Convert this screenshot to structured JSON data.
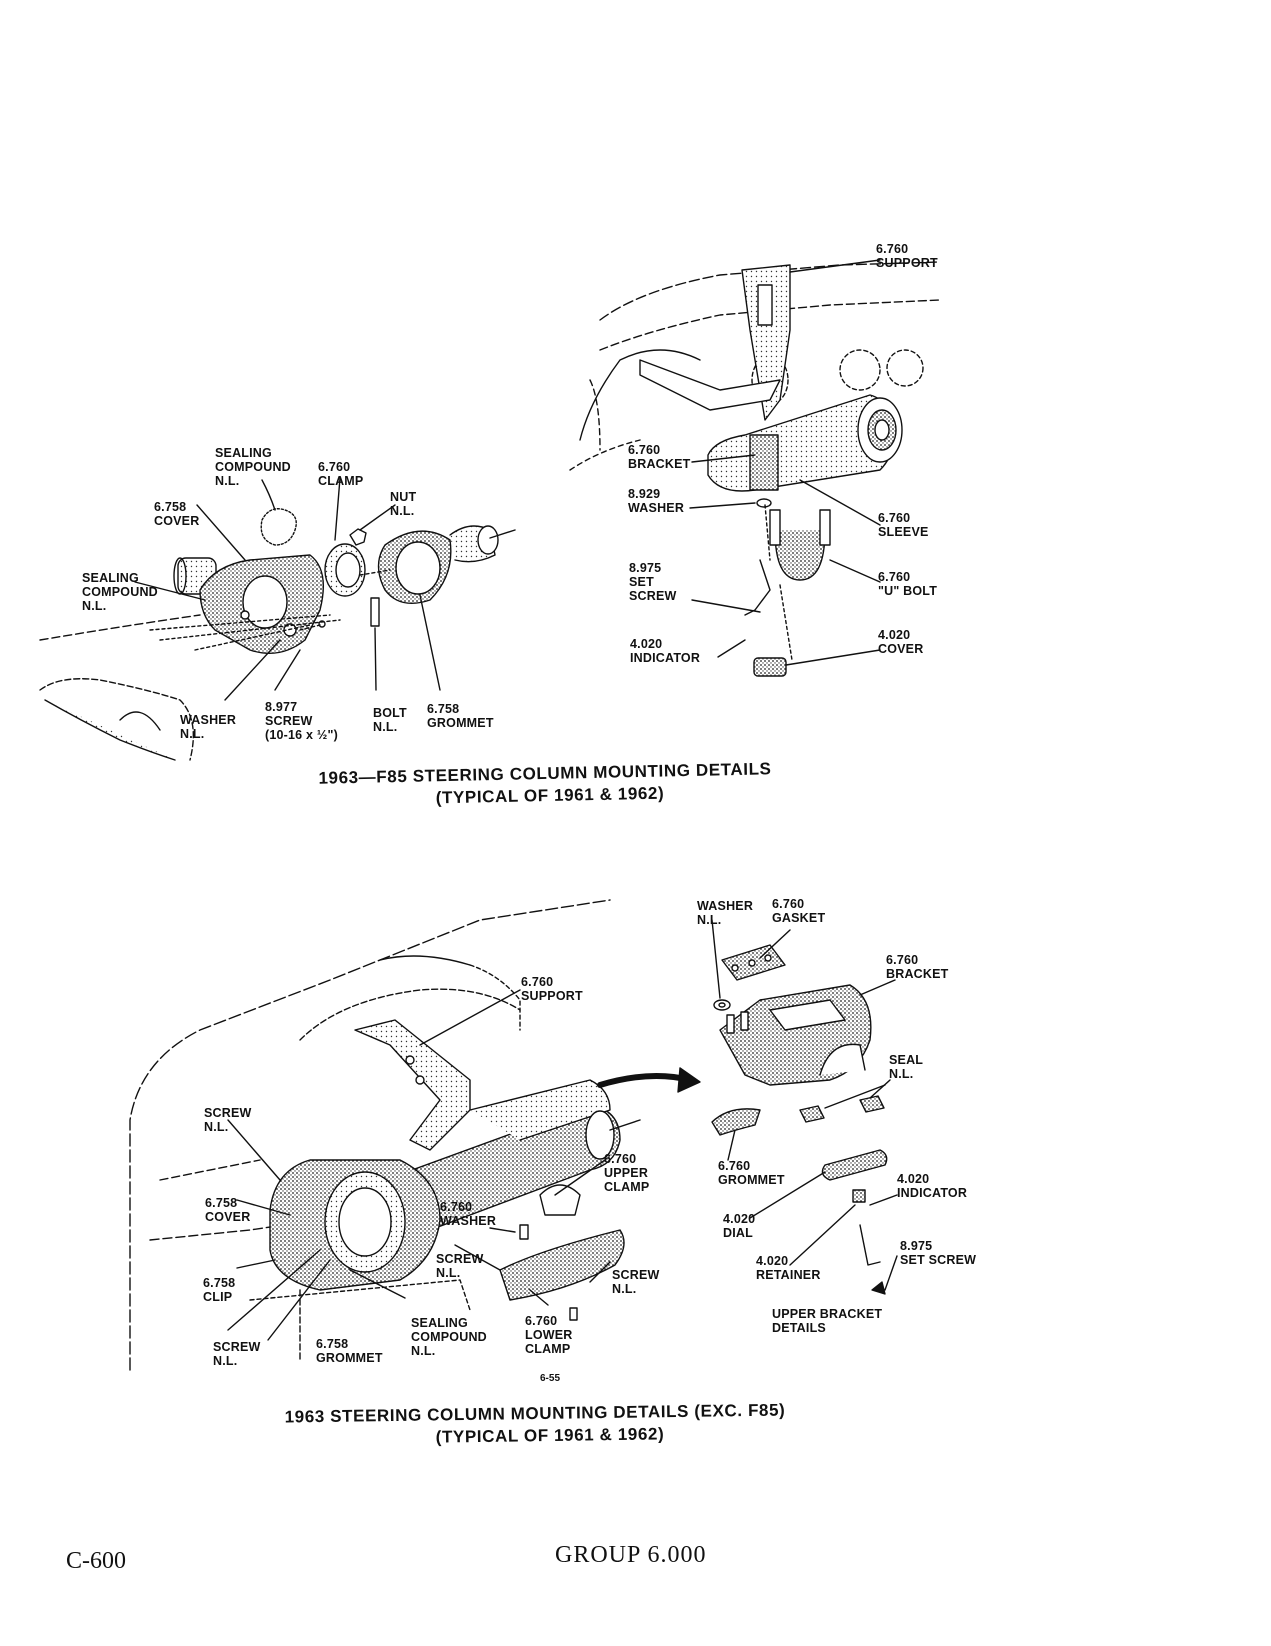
{
  "figure1": {
    "caption_line1": "1963—F85 STEERING COLUMN MOUNTING DETAILS",
    "caption_line2": "(TYPICAL OF 1961 & 1962)",
    "labels": {
      "sealing_compound_top": "SEALING\nCOMPOUND\nN.L.",
      "clamp": "6.760\nCLAMP",
      "nut": "NUT\nN.L.",
      "cover": "6.758\nCOVER",
      "sealing_compound_left": "SEALING\nCOMPOUND\nN.L.",
      "washer": "WASHER\nN.L.",
      "screw": "8.977\nSCREW\n(10-16 x ½\")",
      "bolt": "BOLT\nN.L.",
      "grommet": "6.758\nGROMMET",
      "support": "6.760\nSUPPORT",
      "bracket": "6.760\nBRACKET",
      "washer_8929": "8.929\nWASHER",
      "sleeve": "6.760\nSLEEVE",
      "set_screw": "8.975\nSET\nSCREW",
      "u_bolt": "6.760\n\"U\" BOLT",
      "indicator": "4.020\nINDICATOR",
      "indicator_cover": "4.020\nCOVER"
    }
  },
  "figure2": {
    "caption_line1": "1963 STEERING COLUMN MOUNTING DETAILS (EXC. F85)",
    "caption_line2": "(TYPICAL OF 1961 & 1962)",
    "figure_number": "6-55",
    "labels": {
      "washer_top": "WASHER\nN.L.",
      "gasket": "6.760\nGASKET",
      "bracket": "6.760\nBRACKET",
      "support": "6.760\nSUPPORT",
      "seal": "SEAL\nN.L.",
      "screw_nl": "SCREW\nN.L.",
      "grommet_upper": "6.760\nGROMMET",
      "upper_clamp": "6.760\nUPPER\nCLAMP",
      "cover": "6.758\nCOVER",
      "washer": "6.760\nWASHER",
      "indicator": "4.020\nINDICATOR",
      "dial": "4.020\nDIAL",
      "set_screw": "8.975\nSET SCREW",
      "retainer": "4.020\nRETAINER",
      "screw_nl_2": "SCREW\nN.L.",
      "clip": "6.758\nCLIP",
      "screw_nl_3": "SCREW\nN.L.",
      "upper_bracket_details": "UPPER BRACKET\nDETAILS",
      "sealing_compound": "SEALING\nCOMPOUND\nN.L.",
      "lower_clamp": "6.760\nLOWER\nCLAMP",
      "screw_nl_4": "SCREW\nN.L.",
      "grommet": "6.758\nGROMMET"
    }
  },
  "footer": {
    "page": "C-600",
    "group": "GROUP 6.000"
  }
}
